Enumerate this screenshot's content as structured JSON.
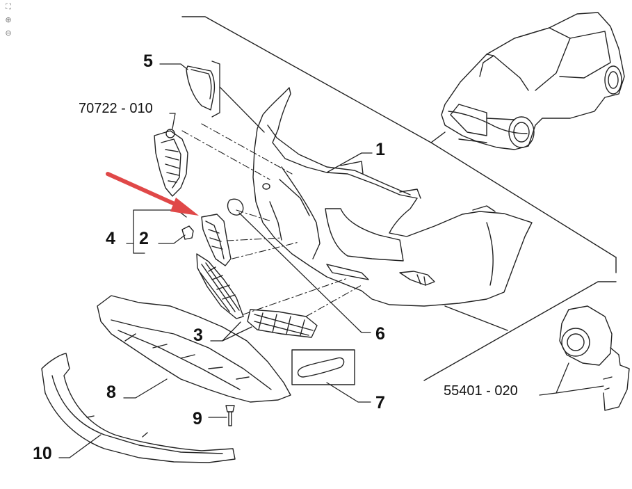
{
  "toolbar": {
    "icons": [
      "fit-page-icon",
      "zoom-in-icon",
      "zoom-out-icon"
    ]
  },
  "labels": {
    "p1": "1",
    "p2": "2",
    "p3": "3",
    "p4": "4",
    "p5": "5",
    "p6": "6",
    "p7": "7",
    "p8": "8",
    "p9": "9",
    "p10": "10",
    "ref_grille": "70722 - 010",
    "ref_foglight": "55401 - 020"
  },
  "colors": {
    "arrow": "#e04848",
    "line": "#222222"
  }
}
